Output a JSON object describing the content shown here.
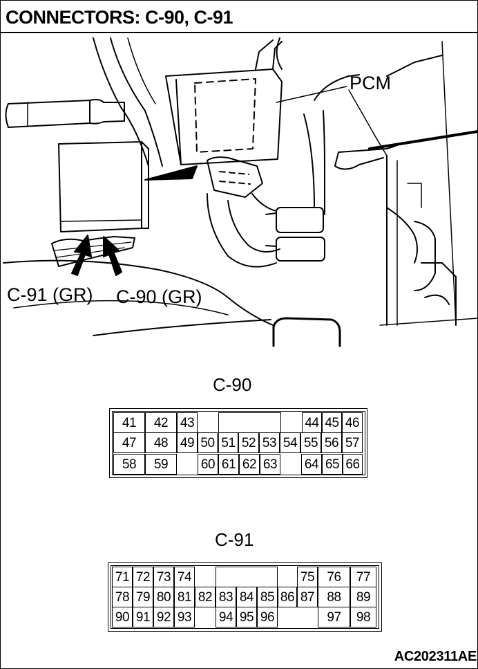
{
  "title": "CONNECTORS: C-90, C-91",
  "labels": {
    "pcm": "PCM",
    "c91_callout": "C-91 (GR)",
    "c90_callout": "C-90 (GR)"
  },
  "connectors": [
    {
      "id": "c90",
      "name": "C-90",
      "rows": [
        [
          "41",
          "42",
          "43",
          "",
          "44",
          "45",
          "46"
        ],
        [
          "47",
          "48",
          "49",
          "50",
          "51",
          "52",
          "53",
          "54",
          "55",
          "56",
          "57"
        ],
        [
          "58",
          "59",
          "",
          "60",
          "61",
          "62",
          "63",
          "",
          "64",
          "65",
          "66"
        ]
      ]
    },
    {
      "id": "c91",
      "name": "C-91",
      "rows": [
        [
          "71",
          "72",
          "73",
          "74",
          "",
          "75",
          "76",
          "77"
        ],
        [
          "78",
          "79",
          "80",
          "81",
          "82",
          "83",
          "84",
          "85",
          "86",
          "87",
          "88",
          "89"
        ],
        [
          "90",
          "91",
          "92",
          "93",
          "",
          "94",
          "95",
          "96",
          "",
          "97",
          "98"
        ]
      ]
    }
  ],
  "footer": "AC202311AE"
}
